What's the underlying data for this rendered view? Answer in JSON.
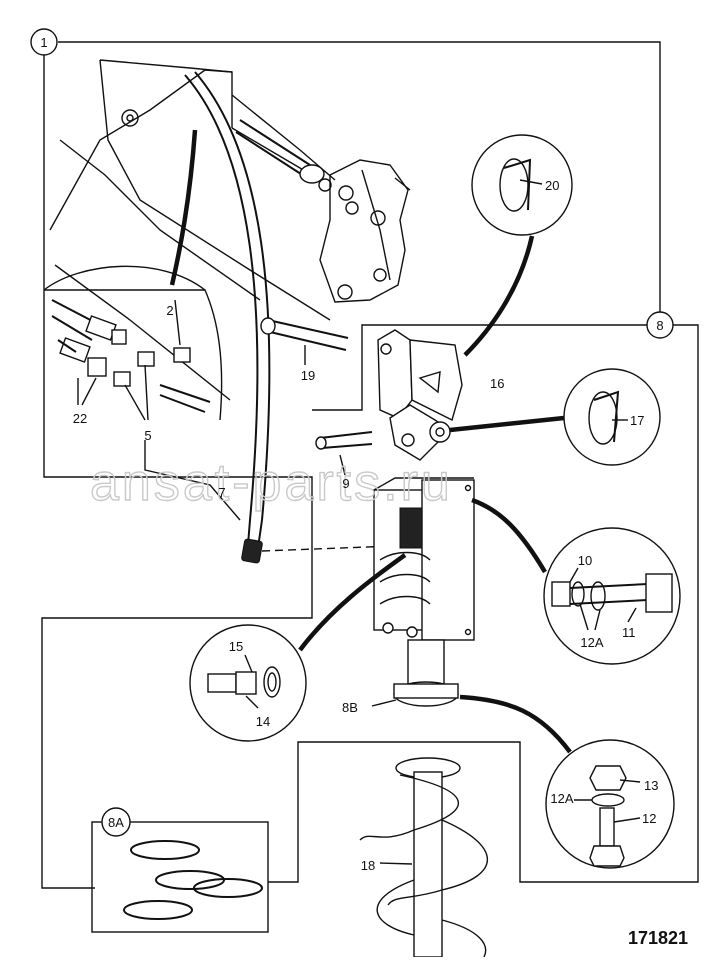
{
  "labels": {
    "item_1": "1",
    "item_2": "2",
    "item_5": "5",
    "item_7": "7",
    "item_8": "8",
    "item_8A": "8A",
    "item_8B": "8B",
    "item_9": "9",
    "item_10": "10",
    "item_11": "11",
    "item_12": "12",
    "item_12A_upper": "12A",
    "item_12A_lower": "12A",
    "item_13": "13",
    "item_14": "14",
    "item_15": "15",
    "item_16": "16",
    "item_17": "17",
    "item_18": "18",
    "item_19": "19",
    "item_20": "20",
    "item_22": "22"
  },
  "watermark": "ansat-parts.ru",
  "figure_number": "171821"
}
